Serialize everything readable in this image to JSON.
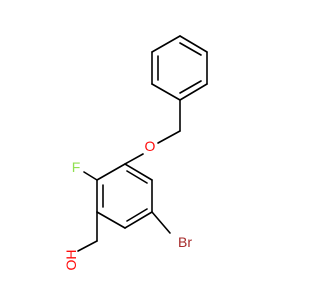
{
  "molecule": {
    "atoms": {
      "oxygen_ether": {
        "label": "O",
        "color": "#ff0d0d"
      },
      "fluorine": {
        "label": "F",
        "color": "#90e050"
      },
      "bromine": {
        "label": "Br",
        "color": "#a62929"
      },
      "hydroxyl": {
        "label": "OH",
        "color": "#ff0d0d"
      }
    },
    "colors": {
      "bond": "#000000",
      "background": "#ffffff"
    }
  }
}
